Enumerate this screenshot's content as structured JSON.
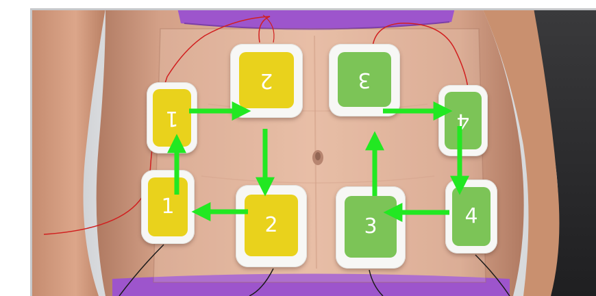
{
  "image": {
    "subject": "abdominal-electrode-pad-placement",
    "colors": {
      "skin": "#d9a98f",
      "pad_white": "#f7f7f5",
      "pad_yellow": "#e9d21c",
      "pad_green": "#7cc457",
      "arrow": "#22e822",
      "clothing": "#9b59c9",
      "background": "#e9eaec"
    }
  },
  "pads": [
    {
      "id": "pad-1-lower-left",
      "label": "1",
      "color": "yellow",
      "rotated": false
    },
    {
      "id": "pad-1-upper-left",
      "label": "1",
      "color": "yellow",
      "rotated": true
    },
    {
      "id": "pad-2-upper",
      "label": "2",
      "color": "yellow",
      "rotated": true
    },
    {
      "id": "pad-2-lower",
      "label": "2",
      "color": "yellow",
      "rotated": false
    },
    {
      "id": "pad-3-upper",
      "label": "3",
      "color": "green",
      "rotated": true
    },
    {
      "id": "pad-3-lower",
      "label": "3",
      "color": "green",
      "rotated": false
    },
    {
      "id": "pad-4-upper-right",
      "label": "4",
      "color": "green",
      "rotated": true
    },
    {
      "id": "pad-4-lower-right",
      "label": "4",
      "color": "green",
      "rotated": false
    }
  ],
  "arrows": [
    {
      "id": "arrow-left-up",
      "direction": "up"
    },
    {
      "id": "arrow-left-top-right",
      "direction": "right"
    },
    {
      "id": "arrow-left-center-down",
      "direction": "down"
    },
    {
      "id": "arrow-left-bottom-left",
      "direction": "left"
    },
    {
      "id": "arrow-right-center-up",
      "direction": "up"
    },
    {
      "id": "arrow-right-top-right",
      "direction": "right"
    },
    {
      "id": "arrow-right-down",
      "direction": "down"
    },
    {
      "id": "arrow-right-bottom-left",
      "direction": "left"
    }
  ]
}
